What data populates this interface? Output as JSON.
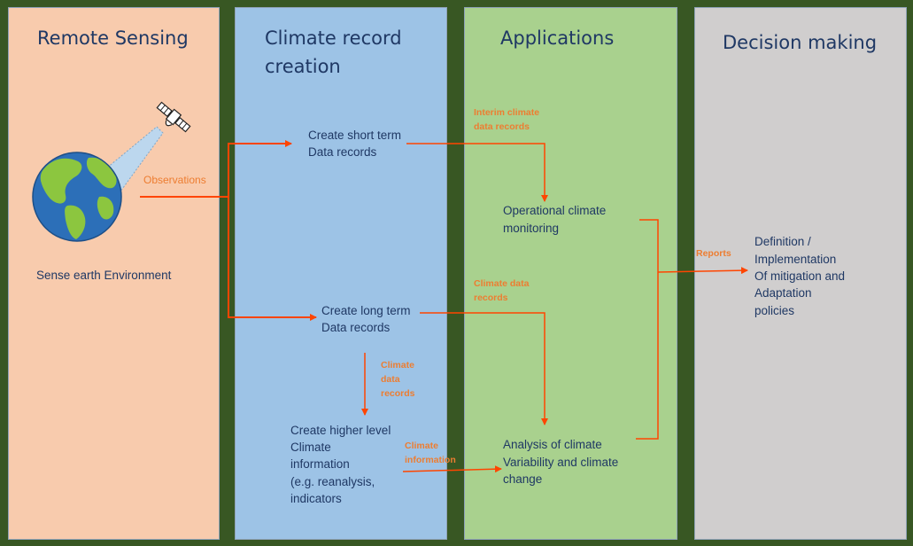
{
  "columns": {
    "remote_sensing": "Remote Sensing",
    "climate_record_1": "Climate record",
    "climate_record_2": "creation",
    "applications": "Applications",
    "decision_making": "Decision making"
  },
  "remote": {
    "sense": "Sense earth Environment"
  },
  "climate": {
    "short_1": "Create short term",
    "short_2": "Data records",
    "long_1": "Create long term",
    "long_2": "Data records",
    "higher_1": "Create higher level",
    "higher_2": "Climate",
    "higher_3": "information",
    "higher_4": "(e.g. reanalysis,",
    "higher_5": "indicators"
  },
  "apps": {
    "op_1": "Operational climate",
    "op_2": "monitoring",
    "an_1": "Analysis of climate",
    "an_2": "Variability and climate",
    "an_3": "change"
  },
  "decision": {
    "d1": "Definition /",
    "d2": "Implementation",
    "d3": "Of mitigation and",
    "d4": "Adaptation",
    "d5": "policies"
  },
  "labels": {
    "observations": "Observations",
    "interim_1": "Interim climate",
    "interim_2": "data records",
    "cdr_1": "Climate data",
    "cdr_2": "records",
    "cdr2_1": "Climate",
    "cdr2_2": "data",
    "cdr2_3": "records",
    "info_1": "Climate",
    "info_2": "information",
    "reports": "Reports"
  },
  "icons": [
    "earth-globe-icon",
    "satellite-icon"
  ],
  "colors": {
    "frame": "#385723",
    "remote_sensing": "#f8cbad",
    "climate_record": "#9dc3e6",
    "applications": "#a9d18e",
    "decision_making": "#d0cece",
    "arrow": "#ff4500",
    "label": "#ed7d31",
    "text": "#1f3864"
  }
}
